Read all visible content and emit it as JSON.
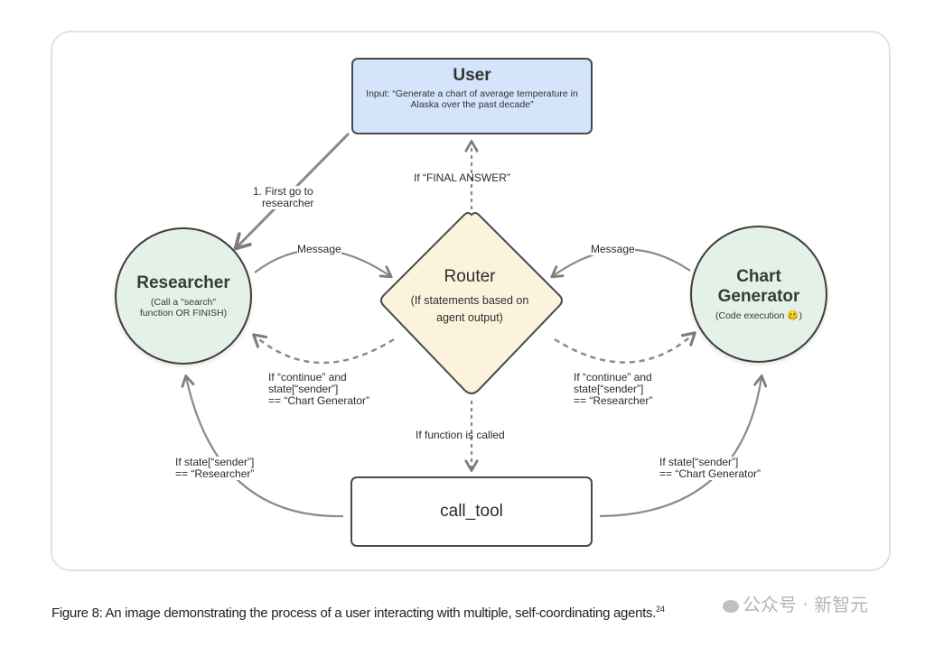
{
  "diagram": {
    "user": {
      "title": "User",
      "subtitle": "Input: “Generate a chart of average temperature in Alaska over the past decade”"
    },
    "researcher": {
      "title": "Researcher",
      "subtitle": "(Call a \"search\" function OR FINISH)"
    },
    "router": {
      "title": "Router",
      "subtitle": "(If statements based on agent output)"
    },
    "chart_generator": {
      "title_line1": "Chart",
      "title_line2": "Generator",
      "subtitle": "(Code execution 🥴)"
    },
    "call_tool": {
      "title": "call_tool"
    },
    "edges": {
      "first_go": "1. First go to\n   researcher",
      "final_answer": "If “FINAL ANSWER”",
      "message_left": "Message",
      "message_right": "Message",
      "continue_left": "If “continue” and\nstate[“sender”]\n== “Chart Generator”",
      "continue_right": "If “continue” and\nstate[“sender”]\n== “Researcher”",
      "function_called": "If function is called",
      "sender_researcher": "If state[“sender”]\n== “Researcher”",
      "sender_chart": "If state[“sender”]\n== “Chart Generator”"
    },
    "colors": {
      "user_fill": "#d4e4fb",
      "agent_fill": "#e3f1e6",
      "router_fill": "#fcf3dc",
      "edge": "#7d7d7d"
    }
  },
  "caption": {
    "text": "Figure 8: An image demonstrating the process of a user interacting with multiple, self-coordinating agents.",
    "footnote": "24"
  },
  "watermark": {
    "text": "公众号 · 新智元"
  }
}
